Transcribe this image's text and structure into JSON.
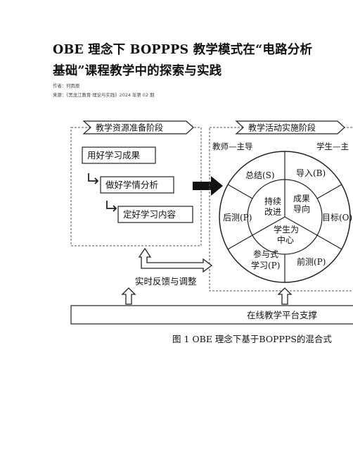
{
  "article": {
    "title_line1": "OBE 理念下 BOPPPS 教学模式在“电路分析",
    "title_line2": "基础”课程教学中的探索与实践",
    "author": "作者：何雨辰",
    "source": "来源：《黑龙江教育·理论与实践》2024 年第 02 期"
  },
  "figure": {
    "left_header": "教学资源准备阶段",
    "right_header": "教学活动实施阶段",
    "steps": [
      "用好学习成果",
      "做好学情分析",
      "定好学习内容"
    ],
    "teacher_label": "教师—主导",
    "student_label": "学生—主",
    "wheel_segments": {
      "summary": "总结(S)",
      "intro": "导入(B)",
      "objective": "目标(O)",
      "pretest": "前测(P)",
      "participatory": [
        "参与式",
        "学习(P)"
      ],
      "posttest": "后测(P)"
    },
    "inner": {
      "sustain": [
        "持续",
        "改进"
      ],
      "outcome": [
        "成果",
        "导向"
      ],
      "student": [
        "学生为",
        "中心"
      ]
    },
    "feedback": "实时反馈与调整",
    "platform": "在线教学平台支撑",
    "caption": "图 1   OBE 理念下基于BOPPPS的混合式"
  }
}
